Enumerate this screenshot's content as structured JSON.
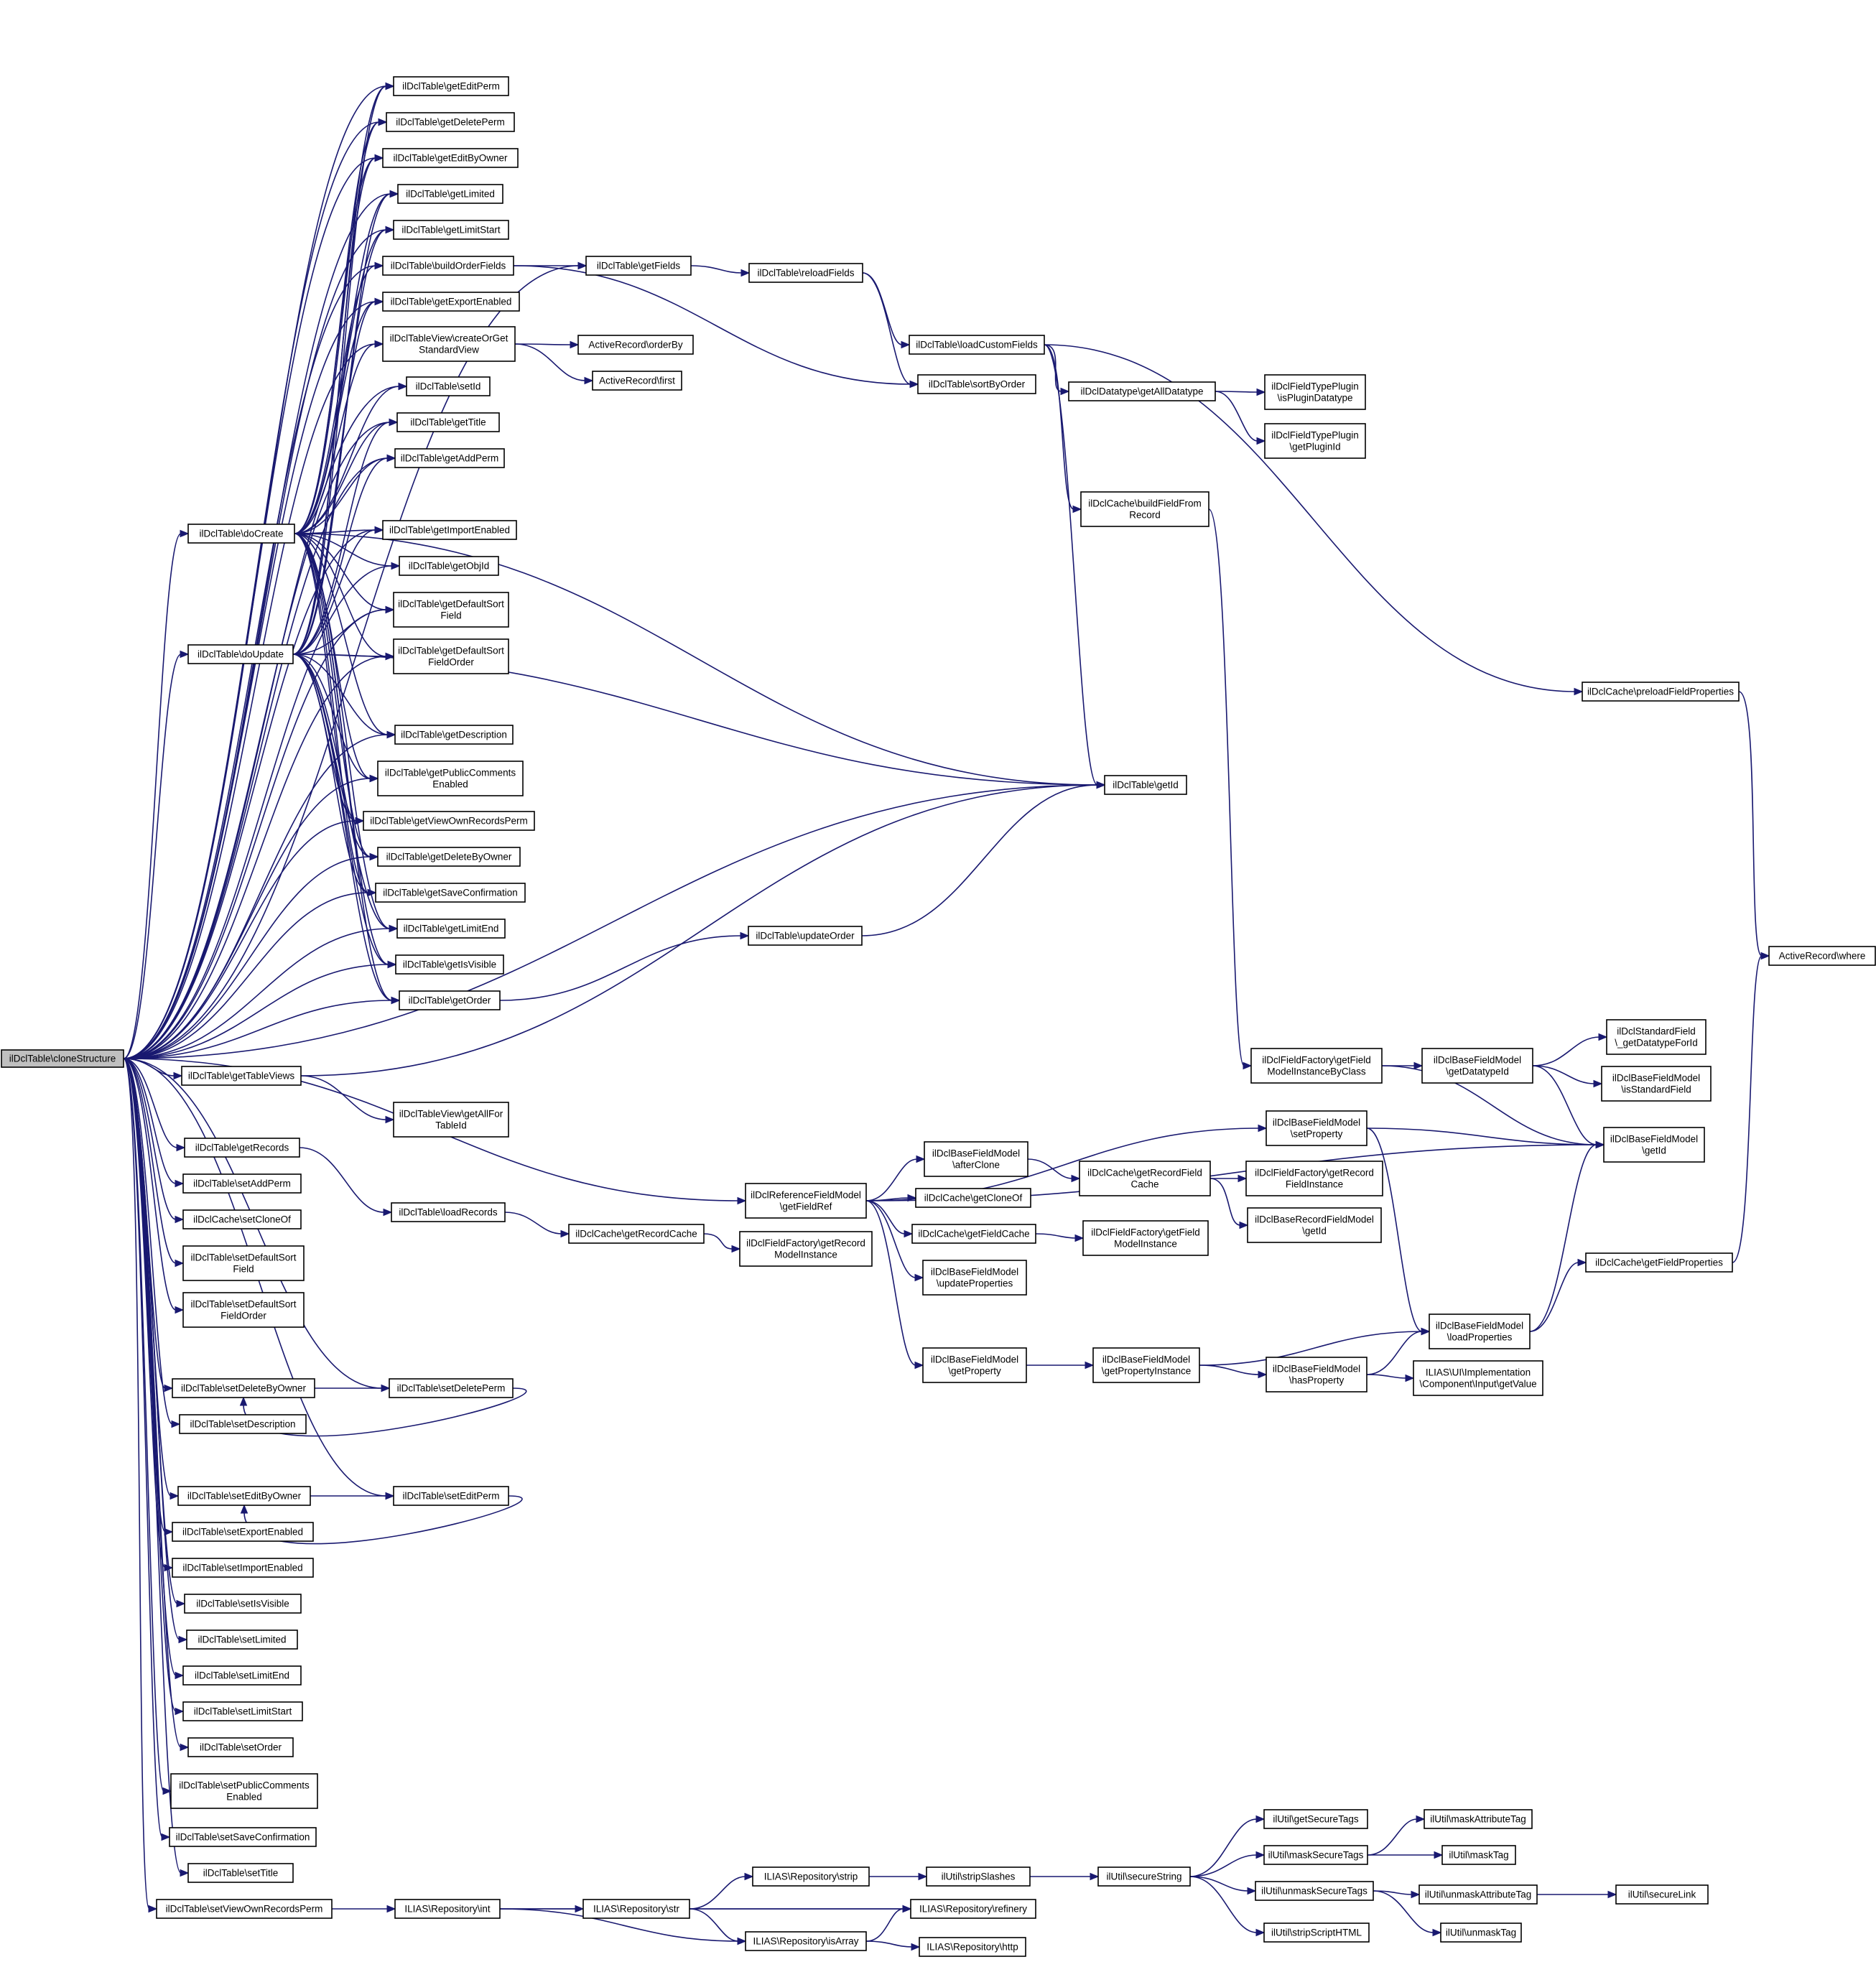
{
  "nodes": [
    {
      "id": "n0",
      "lines": [
        "ilDclTable\\cloneStructure"
      ],
      "root": true
    },
    {
      "id": "n1",
      "lines": [
        "ilDclTable\\getEditPerm"
      ]
    },
    {
      "id": "n2",
      "lines": [
        "ilDclTable\\getDeletePerm"
      ]
    },
    {
      "id": "n3",
      "lines": [
        "ilDclTable\\getEditByOwner"
      ]
    },
    {
      "id": "n4",
      "lines": [
        "ilDclTable\\getLimited"
      ]
    },
    {
      "id": "n5",
      "lines": [
        "ilDclTable\\getLimitStart"
      ]
    },
    {
      "id": "n6",
      "lines": [
        "ilDclTable\\buildOrderFields"
      ]
    },
    {
      "id": "n7",
      "lines": [
        "ilDclTable\\getExportEnabled"
      ]
    },
    {
      "id": "n8",
      "lines": [
        "ilDclTableView\\createOrGet",
        "StandardView"
      ]
    },
    {
      "id": "n9",
      "lines": [
        "ilDclTable\\setId"
      ]
    },
    {
      "id": "n10",
      "lines": [
        "ilDclTable\\getTitle"
      ]
    },
    {
      "id": "n11",
      "lines": [
        "ilDclTable\\getAddPerm"
      ]
    },
    {
      "id": "n12",
      "lines": [
        "ilDclTable\\doCreate"
      ]
    },
    {
      "id": "n13",
      "lines": [
        "ilDclTable\\getImportEnabled"
      ]
    },
    {
      "id": "n14",
      "lines": [
        "ilDclTable\\getObjId"
      ]
    },
    {
      "id": "n15",
      "lines": [
        "ilDclTable\\getDefaultSort",
        "Field"
      ]
    },
    {
      "id": "n16",
      "lines": [
        "ilDclTable\\doUpdate"
      ]
    },
    {
      "id": "n17",
      "lines": [
        "ilDclTable\\getDefaultSort",
        "FieldOrder"
      ]
    },
    {
      "id": "n18",
      "lines": [
        "ilDclTable\\getDescription"
      ]
    },
    {
      "id": "n19",
      "lines": [
        "ilDclTable\\getPublicComments",
        "Enabled"
      ]
    },
    {
      "id": "n20",
      "lines": [
        "ilDclTable\\getViewOwnRecordsPerm"
      ]
    },
    {
      "id": "n21",
      "lines": [
        "ilDclTable\\getDeleteByOwner"
      ]
    },
    {
      "id": "n22",
      "lines": [
        "ilDclTable\\getSaveConfirmation"
      ]
    },
    {
      "id": "n23",
      "lines": [
        "ilDclTable\\getLimitEnd"
      ]
    },
    {
      "id": "n24",
      "lines": [
        "ilDclTable\\getIsVisible"
      ]
    },
    {
      "id": "n25",
      "lines": [
        "ilDclTable\\getOrder"
      ]
    },
    {
      "id": "n26",
      "lines": [
        "ilDclTable\\getTableViews"
      ]
    },
    {
      "id": "n27",
      "lines": [
        "ilDclTableView\\getAllFor",
        "TableId"
      ]
    },
    {
      "id": "n28",
      "lines": [
        "ilDclTable\\getRecords"
      ]
    },
    {
      "id": "n29",
      "lines": [
        "ilDclTable\\setAddPerm"
      ]
    },
    {
      "id": "n30",
      "lines": [
        "ilDclCache\\setCloneOf"
      ]
    },
    {
      "id": "n31",
      "lines": [
        "ilDclTable\\setDefaultSort",
        "Field"
      ]
    },
    {
      "id": "n32",
      "lines": [
        "ilDclTable\\setDefaultSort",
        "FieldOrder"
      ]
    },
    {
      "id": "n33",
      "lines": [
        "ilDclTable\\setDeleteByOwner"
      ]
    },
    {
      "id": "n34",
      "lines": [
        "ilDclTable\\setDeletePerm"
      ]
    },
    {
      "id": "n35",
      "lines": [
        "ilDclTable\\setDescription"
      ]
    },
    {
      "id": "n36",
      "lines": [
        "ilDclTable\\setEditByOwner"
      ]
    },
    {
      "id": "n37",
      "lines": [
        "ilDclTable\\setEditPerm"
      ]
    },
    {
      "id": "n38",
      "lines": [
        "ilDclTable\\setExportEnabled"
      ]
    },
    {
      "id": "n39",
      "lines": [
        "ilDclTable\\setImportEnabled"
      ]
    },
    {
      "id": "n40",
      "lines": [
        "ilDclTable\\setIsVisible"
      ]
    },
    {
      "id": "n41",
      "lines": [
        "ilDclTable\\setLimited"
      ]
    },
    {
      "id": "n42",
      "lines": [
        "ilDclTable\\setLimitEnd"
      ]
    },
    {
      "id": "n43",
      "lines": [
        "ilDclTable\\setLimitStart"
      ]
    },
    {
      "id": "n44",
      "lines": [
        "ilDclTable\\setOrder"
      ]
    },
    {
      "id": "n45",
      "lines": [
        "ilDclTable\\setPublicComments",
        "Enabled"
      ]
    },
    {
      "id": "n46",
      "lines": [
        "ilDclTable\\setSaveConfirmation"
      ]
    },
    {
      "id": "n47",
      "lines": [
        "ilDclTable\\setTitle"
      ]
    },
    {
      "id": "n48",
      "lines": [
        "ilDclTable\\setViewOwnRecordsPerm"
      ]
    },
    {
      "id": "n49",
      "lines": [
        "ilDclTable\\getFields"
      ]
    },
    {
      "id": "n50",
      "lines": [
        "ilDclTable\\reloadFields"
      ]
    },
    {
      "id": "n51",
      "lines": [
        "ilDclTable\\loadCustomFields"
      ]
    },
    {
      "id": "n52",
      "lines": [
        "ilDclTable\\sortByOrder"
      ]
    },
    {
      "id": "n53",
      "lines": [
        "ActiveRecord\\orderBy"
      ]
    },
    {
      "id": "n54",
      "lines": [
        "ActiveRecord\\first"
      ]
    },
    {
      "id": "n55",
      "lines": [
        "ilDclDatatype\\getAllDatatype"
      ]
    },
    {
      "id": "n56",
      "lines": [
        "ilDclFieldTypePlugin",
        "\\isPluginDatatype"
      ]
    },
    {
      "id": "n57",
      "lines": [
        "ilDclFieldTypePlugin",
        "\\getPluginId"
      ]
    },
    {
      "id": "n58",
      "lines": [
        "ilDclCache\\buildFieldFrom",
        "Record"
      ]
    },
    {
      "id": "n59",
      "lines": [
        "ilDclCache\\preloadFieldProperties"
      ]
    },
    {
      "id": "n60",
      "lines": [
        "ilDclTable\\getId"
      ]
    },
    {
      "id": "n61",
      "lines": [
        "ilDclTable\\updateOrder"
      ]
    },
    {
      "id": "n62",
      "lines": [
        "ActiveRecord\\where"
      ]
    },
    {
      "id": "n63",
      "lines": [
        "ilDclFieldFactory\\getField",
        "ModelInstanceByClass"
      ]
    },
    {
      "id": "n64",
      "lines": [
        "ilDclBaseFieldModel",
        "\\getDatatypeId"
      ]
    },
    {
      "id": "n65",
      "lines": [
        "ilDclStandardField",
        "\\_getDatatypeForId"
      ]
    },
    {
      "id": "n66",
      "lines": [
        "ilDclBaseFieldModel",
        "\\isStandardField"
      ]
    },
    {
      "id": "n67",
      "lines": [
        "ilDclBaseFieldModel",
        "\\setProperty"
      ]
    },
    {
      "id": "n68",
      "lines": [
        "ilDclBaseFieldModel",
        "\\getId"
      ]
    },
    {
      "id": "n69",
      "lines": [
        "ilDclBaseFieldModel",
        "\\afterClone"
      ]
    },
    {
      "id": "n70",
      "lines": [
        "ilDclCache\\getRecordField",
        "Cache"
      ]
    },
    {
      "id": "n71",
      "lines": [
        "ilDclFieldFactory\\getRecord",
        "FieldInstance"
      ]
    },
    {
      "id": "n72",
      "lines": [
        "ilDclBaseRecordFieldModel",
        "\\getId"
      ]
    },
    {
      "id": "n73",
      "lines": [
        "ilDclReferenceFieldModel",
        "\\getFieldRef"
      ]
    },
    {
      "id": "n74",
      "lines": [
        "ilDclCache\\getCloneOf"
      ]
    },
    {
      "id": "n75",
      "lines": [
        "ilDclTable\\loadRecords"
      ]
    },
    {
      "id": "n76",
      "lines": [
        "ilDclCache\\getRecordCache"
      ]
    },
    {
      "id": "n77",
      "lines": [
        "ilDclFieldFactory\\getRecord",
        "ModelInstance"
      ]
    },
    {
      "id": "n78",
      "lines": [
        "ilDclCache\\getFieldCache"
      ]
    },
    {
      "id": "n79",
      "lines": [
        "ilDclFieldFactory\\getField",
        "ModelInstance"
      ]
    },
    {
      "id": "n80",
      "lines": [
        "ilDclBaseFieldModel",
        "\\updateProperties"
      ]
    },
    {
      "id": "n81",
      "lines": [
        "ilDclCache\\getFieldProperties"
      ]
    },
    {
      "id": "n82",
      "lines": [
        "ilDclBaseFieldModel",
        "\\loadProperties"
      ]
    },
    {
      "id": "n83",
      "lines": [
        "ilDclBaseFieldModel",
        "\\getProperty"
      ]
    },
    {
      "id": "n84",
      "lines": [
        "ilDclBaseFieldModel",
        "\\getPropertyInstance"
      ]
    },
    {
      "id": "n85",
      "lines": [
        "ilDclBaseFieldModel",
        "\\hasProperty"
      ]
    },
    {
      "id": "n86",
      "lines": [
        "ILIAS\\UI\\Implementation",
        "\\Component\\Input\\getValue"
      ]
    },
    {
      "id": "n87",
      "lines": [
        "ilUtil\\getSecureTags"
      ]
    },
    {
      "id": "n88",
      "lines": [
        "ilUtil\\maskAttributeTag"
      ]
    },
    {
      "id": "n89",
      "lines": [
        "ilUtil\\maskSecureTags"
      ]
    },
    {
      "id": "n90",
      "lines": [
        "ilUtil\\maskTag"
      ]
    },
    {
      "id": "n91",
      "lines": [
        "ILIAS\\Repository\\strip"
      ]
    },
    {
      "id": "n92",
      "lines": [
        "ilUtil\\stripSlashes"
      ]
    },
    {
      "id": "n93",
      "lines": [
        "ilUtil\\secureString"
      ]
    },
    {
      "id": "n94",
      "lines": [
        "ilUtil\\unmaskSecureTags"
      ]
    },
    {
      "id": "n95",
      "lines": [
        "ilUtil\\unmaskAttributeTag"
      ]
    },
    {
      "id": "n96",
      "lines": [
        "ilUtil\\secureLink"
      ]
    },
    {
      "id": "n97",
      "lines": [
        "ILIAS\\Repository\\int"
      ]
    },
    {
      "id": "n98",
      "lines": [
        "ILIAS\\Repository\\str"
      ]
    },
    {
      "id": "n99",
      "lines": [
        "ILIAS\\Repository\\refinery"
      ]
    },
    {
      "id": "n100",
      "lines": [
        "ilUtil\\stripScriptHTML"
      ]
    },
    {
      "id": "n101",
      "lines": [
        "ilUtil\\unmaskTag"
      ]
    },
    {
      "id": "n102",
      "lines": [
        "ILIAS\\Repository\\isArray"
      ]
    },
    {
      "id": "n103",
      "lines": [
        "ILIAS\\Repository\\http"
      ]
    }
  ],
  "edges": [
    [
      "n0",
      "n1"
    ],
    [
      "n0",
      "n2"
    ],
    [
      "n0",
      "n3"
    ],
    [
      "n0",
      "n4"
    ],
    [
      "n0",
      "n5"
    ],
    [
      "n0",
      "n6"
    ],
    [
      "n0",
      "n7"
    ],
    [
      "n0",
      "n8"
    ],
    [
      "n0",
      "n9"
    ],
    [
      "n0",
      "n10"
    ],
    [
      "n0",
      "n11"
    ],
    [
      "n0",
      "n12"
    ],
    [
      "n0",
      "n13"
    ],
    [
      "n0",
      "n14"
    ],
    [
      "n0",
      "n15"
    ],
    [
      "n0",
      "n16"
    ],
    [
      "n0",
      "n17"
    ],
    [
      "n0",
      "n18"
    ],
    [
      "n0",
      "n19"
    ],
    [
      "n0",
      "n20"
    ],
    [
      "n0",
      "n21"
    ],
    [
      "n0",
      "n22"
    ],
    [
      "n0",
      "n23"
    ],
    [
      "n0",
      "n24"
    ],
    [
      "n0",
      "n25"
    ],
    [
      "n0",
      "n26"
    ],
    [
      "n0",
      "n28"
    ],
    [
      "n0",
      "n29"
    ],
    [
      "n0",
      "n30"
    ],
    [
      "n0",
      "n31"
    ],
    [
      "n0",
      "n32"
    ],
    [
      "n0",
      "n33"
    ],
    [
      "n0",
      "n34"
    ],
    [
      "n0",
      "n35"
    ],
    [
      "n0",
      "n36"
    ],
    [
      "n0",
      "n37"
    ],
    [
      "n0",
      "n38"
    ],
    [
      "n0",
      "n39"
    ],
    [
      "n0",
      "n40"
    ],
    [
      "n0",
      "n41"
    ],
    [
      "n0",
      "n42"
    ],
    [
      "n0",
      "n43"
    ],
    [
      "n0",
      "n44"
    ],
    [
      "n0",
      "n45"
    ],
    [
      "n0",
      "n46"
    ],
    [
      "n0",
      "n47"
    ],
    [
      "n0",
      "n48"
    ],
    [
      "n0",
      "n49"
    ],
    [
      "n0",
      "n60"
    ],
    [
      "n0",
      "n73"
    ],
    [
      "n12",
      "n1"
    ],
    [
      "n12",
      "n2"
    ],
    [
      "n12",
      "n3"
    ],
    [
      "n12",
      "n4"
    ],
    [
      "n12",
      "n5"
    ],
    [
      "n12",
      "n6"
    ],
    [
      "n12",
      "n7"
    ],
    [
      "n12",
      "n8"
    ],
    [
      "n12",
      "n9"
    ],
    [
      "n12",
      "n10"
    ],
    [
      "n12",
      "n11"
    ],
    [
      "n12",
      "n13"
    ],
    [
      "n12",
      "n14"
    ],
    [
      "n12",
      "n15"
    ],
    [
      "n12",
      "n17"
    ],
    [
      "n12",
      "n18"
    ],
    [
      "n12",
      "n19"
    ],
    [
      "n12",
      "n20"
    ],
    [
      "n12",
      "n21"
    ],
    [
      "n12",
      "n22"
    ],
    [
      "n12",
      "n23"
    ],
    [
      "n12",
      "n24"
    ],
    [
      "n12",
      "n25"
    ],
    [
      "n12",
      "n60"
    ],
    [
      "n16",
      "n1"
    ],
    [
      "n16",
      "n2"
    ],
    [
      "n16",
      "n3"
    ],
    [
      "n16",
      "n4"
    ],
    [
      "n16",
      "n5"
    ],
    [
      "n16",
      "n7"
    ],
    [
      "n16",
      "n10"
    ],
    [
      "n16",
      "n11"
    ],
    [
      "n16",
      "n13"
    ],
    [
      "n16",
      "n15"
    ],
    [
      "n16",
      "n17"
    ],
    [
      "n16",
      "n18"
    ],
    [
      "n16",
      "n19"
    ],
    [
      "n16",
      "n20"
    ],
    [
      "n16",
      "n21"
    ],
    [
      "n16",
      "n22"
    ],
    [
      "n16",
      "n23"
    ],
    [
      "n16",
      "n24"
    ],
    [
      "n16",
      "n25"
    ],
    [
      "n16",
      "n60"
    ],
    [
      "n6",
      "n49"
    ],
    [
      "n6",
      "n52"
    ],
    [
      "n49",
      "n50"
    ],
    [
      "n50",
      "n51"
    ],
    [
      "n50",
      "n52"
    ],
    [
      "n51",
      "n55"
    ],
    [
      "n51",
      "n58"
    ],
    [
      "n51",
      "n59"
    ],
    [
      "n51",
      "n60"
    ],
    [
      "n55",
      "n56"
    ],
    [
      "n55",
      "n57"
    ],
    [
      "n8",
      "n53"
    ],
    [
      "n8",
      "n54"
    ],
    [
      "n58",
      "n63"
    ],
    [
      "n59",
      "n62"
    ],
    [
      "n25",
      "n61"
    ],
    [
      "n61",
      "n60"
    ],
    [
      "n26",
      "n27"
    ],
    [
      "n26",
      "n60"
    ],
    [
      "n28",
      "n75"
    ],
    [
      "n75",
      "n76"
    ],
    [
      "n76",
      "n77"
    ],
    [
      "n33",
      "n34"
    ],
    [
      "n34",
      "n33"
    ],
    [
      "n36",
      "n37"
    ],
    [
      "n37",
      "n36"
    ],
    [
      "n63",
      "n64"
    ],
    [
      "n63",
      "n68"
    ],
    [
      "n64",
      "n65"
    ],
    [
      "n64",
      "n66"
    ],
    [
      "n64",
      "n68"
    ],
    [
      "n73",
      "n67"
    ],
    [
      "n73",
      "n69"
    ],
    [
      "n73",
      "n74"
    ],
    [
      "n73",
      "n78"
    ],
    [
      "n73",
      "n80"
    ],
    [
      "n73",
      "n83"
    ],
    [
      "n73",
      "n68"
    ],
    [
      "n69",
      "n70"
    ],
    [
      "n70",
      "n71"
    ],
    [
      "n70",
      "n72"
    ],
    [
      "n78",
      "n79"
    ],
    [
      "n67",
      "n68"
    ],
    [
      "n67",
      "n82"
    ],
    [
      "n83",
      "n84"
    ],
    [
      "n84",
      "n82"
    ],
    [
      "n84",
      "n85"
    ],
    [
      "n85",
      "n82"
    ],
    [
      "n85",
      "n86"
    ],
    [
      "n82",
      "n68"
    ],
    [
      "n82",
      "n81"
    ],
    [
      "n81",
      "n62"
    ],
    [
      "n48",
      "n97"
    ],
    [
      "n97",
      "n98"
    ],
    [
      "n97",
      "n99"
    ],
    [
      "n97",
      "n102"
    ],
    [
      "n98",
      "n91"
    ],
    [
      "n98",
      "n99"
    ],
    [
      "n98",
      "n102"
    ],
    [
      "n91",
      "n92"
    ],
    [
      "n92",
      "n93"
    ],
    [
      "n93",
      "n87"
    ],
    [
      "n93",
      "n89"
    ],
    [
      "n93",
      "n94"
    ],
    [
      "n93",
      "n100"
    ],
    [
      "n89",
      "n88"
    ],
    [
      "n89",
      "n90"
    ],
    [
      "n94",
      "n95"
    ],
    [
      "n94",
      "n101"
    ],
    [
      "n95",
      "n96"
    ],
    [
      "n102",
      "n99"
    ],
    [
      "n102",
      "n103"
    ]
  ]
}
